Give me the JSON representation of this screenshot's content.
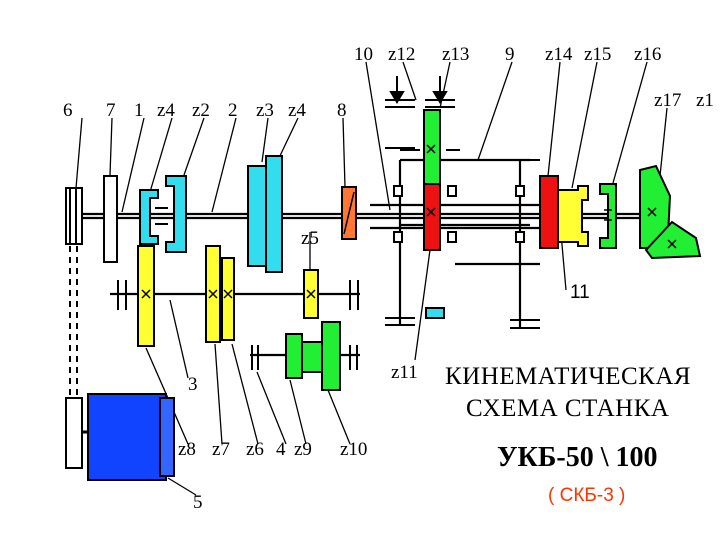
{
  "colors": {
    "yellow": "#ffff33",
    "cyan": "#33ddee",
    "green": "#22ee33",
    "red": "#ee1111",
    "blue": "#1144ff",
    "orange": "#ff7733",
    "shaft": "#000000"
  },
  "labels": {
    "n6": "6",
    "n7": "7",
    "n1": "1",
    "z4a": "z4",
    "z2": "z2",
    "n2": "2",
    "z3": "z3",
    "z4b": "z4",
    "n8": "8",
    "n10": "10",
    "z12": "z12",
    "z13": "z13",
    "n9": "9",
    "z14": "z14",
    "z15": "z15",
    "z16": "z16",
    "z17": "z17",
    "z1x": "z1",
    "z5": "z5",
    "n11": "11",
    "n3": "3",
    "z11": "z11",
    "z8": "z8",
    "z7": "z7",
    "z6": "z6",
    "n4": "4",
    "z9": "z9",
    "z10": "z10",
    "n5": "5"
  },
  "title_line1": "КИНЕМАТИЧЕСКАЯ",
  "title_line2": "СХЕМА СТАНКА",
  "model": "УКБ-50 \\ 100",
  "model_sub": "( СКБ-3 )"
}
